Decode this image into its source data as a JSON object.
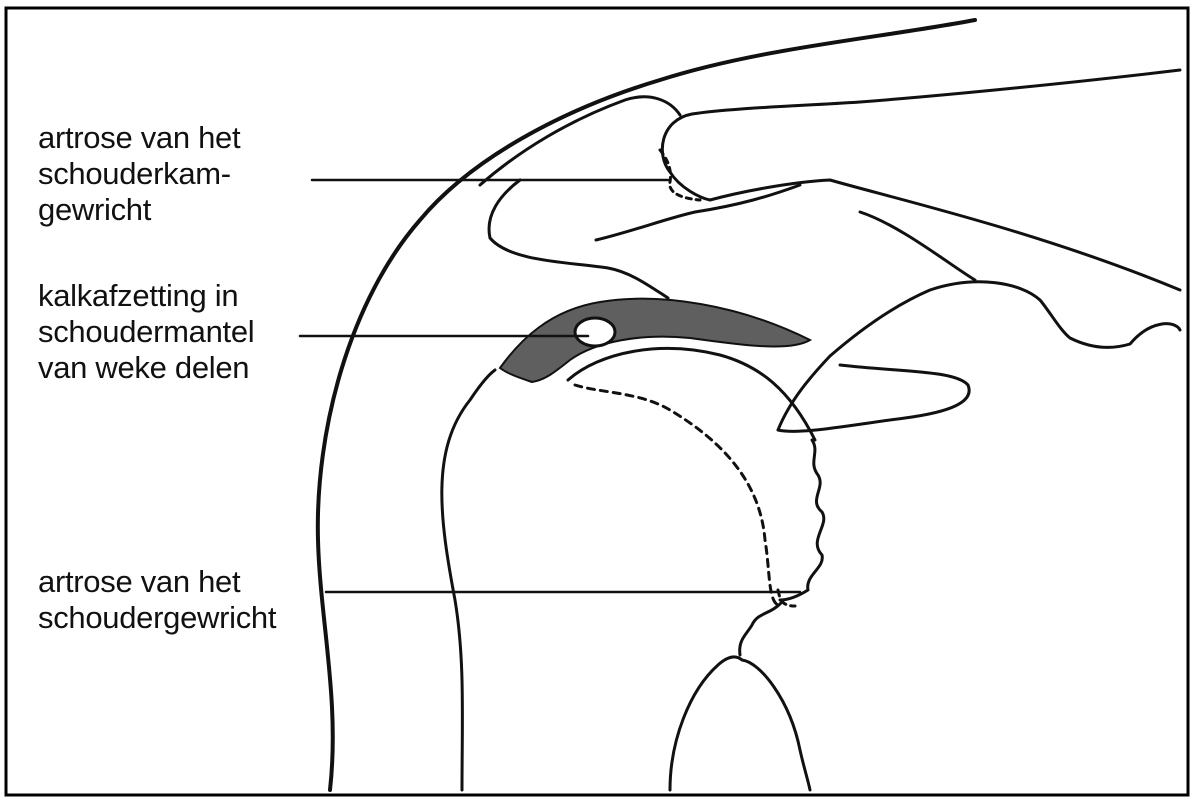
{
  "diagram": {
    "labels": {
      "acromioclavicular": {
        "lines": [
          "artrose van het",
          "schouderkam-",
          "gewricht"
        ]
      },
      "calcification": {
        "lines": [
          "kalkafzetting in",
          "schoudermantel",
          "van weke delen"
        ]
      },
      "glenohumeral": {
        "lines": [
          "artrose van het",
          "schoudergewricht"
        ]
      }
    },
    "colors": {
      "ink": "#111111",
      "background": "#ffffff",
      "frame": "#000000"
    }
  }
}
